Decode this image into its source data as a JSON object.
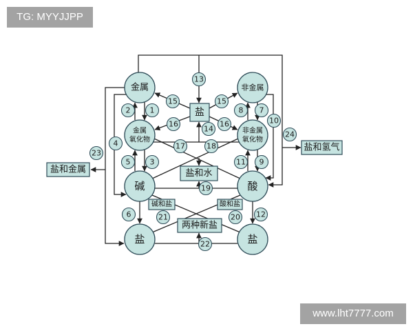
{
  "watermark": {
    "top": "TG: MYYJJPP",
    "bottom": "www.lht7777.com"
  },
  "nodes": {
    "metal": "金属",
    "nonmetal": "非金属",
    "metal_oxide": [
      "金属",
      "氧化物"
    ],
    "nonmetal_oxide": [
      "非金属",
      "氧化物"
    ],
    "base": "碱",
    "acid": "酸",
    "salt_left": "盐",
    "salt_right": "盐"
  },
  "boxes": {
    "salt": "盐",
    "salt_water": "盐和水",
    "base_salt": "碱和盐",
    "acid_salt": "酸和盐",
    "two_new_salts": "两种新盐",
    "salt_metal": "盐和金属",
    "salt_hydrogen": "盐和氢气"
  },
  "markers": [
    "1",
    "2",
    "3",
    "4",
    "5",
    "6",
    "7",
    "8",
    "9",
    "10",
    "11",
    "12",
    "13",
    "14",
    "15",
    "15",
    "16",
    "16",
    "17",
    "18",
    "19",
    "20",
    "21",
    "22",
    "23",
    "24"
  ],
  "colors": {
    "node_fill": "#c6e4e1",
    "node_stroke": "#2e4b57",
    "line": "#222222",
    "watermark_bg": "#a3a3a3",
    "watermark_text": "#ffffff"
  }
}
